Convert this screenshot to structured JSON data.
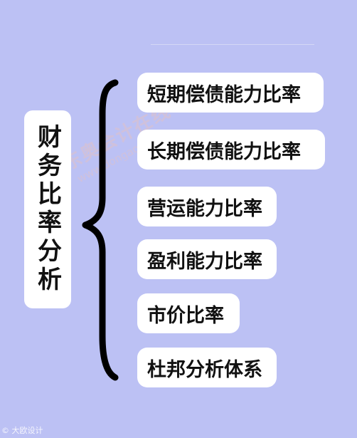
{
  "root": {
    "label": "财务比率分析"
  },
  "items": [
    {
      "label": "短期偿债能力比率"
    },
    {
      "label": "长期偿债能力比率"
    },
    {
      "label": "营运能力比率"
    },
    {
      "label": "盈利能力比率"
    },
    {
      "label": "市价比率"
    },
    {
      "label": "杜邦分析体系"
    }
  ],
  "watermark": {
    "text": "东奥会计在线",
    "sub": "www.dongao.com"
  },
  "corner_mark": "© 大欧设计",
  "colors": {
    "background": "#bcc1f4",
    "box": "#ffffff",
    "text": "#111111",
    "brace": "#000000"
  }
}
